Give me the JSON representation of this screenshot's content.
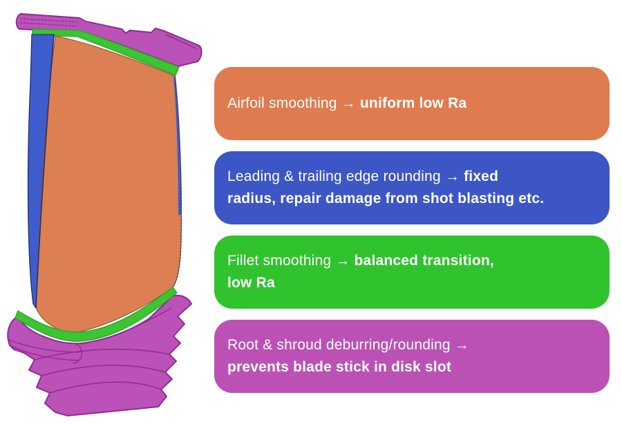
{
  "page": {
    "background": "#FFFFFF",
    "text_color": "#FFFFFF"
  },
  "blade": {
    "label": "turbine-blade-cad-model",
    "colors": {
      "airfoil": "#DC7F52",
      "leading_trailing_edge": "#3E5CCB",
      "fillet": "#3CC433",
      "root_and_shroud": "#BB52B7",
      "outline_magenta": "#8E2B94",
      "outline_navy": "#26316E",
      "outline_green": "#2AA626",
      "outline_dark": "#4A3A55"
    }
  },
  "callouts": [
    {
      "id": "airfoil-smoothing",
      "color": "#E07B50",
      "segments": [
        {
          "text": "Airfoil smoothing → ",
          "bold": false
        },
        {
          "text": "uniform low Ra",
          "bold": true
        }
      ]
    },
    {
      "id": "edge-rounding",
      "color": "#3D56C6",
      "segments": [
        {
          "text": "Leading & trailing edge rounding → ",
          "bold": false
        },
        {
          "text": "fixed",
          "bold": true,
          "break_after": true
        },
        {
          "text": "radius, repair damage from shot blasting etc.",
          "bold": true
        }
      ]
    },
    {
      "id": "fillet-smoothing",
      "color": "#30C32E",
      "segments": [
        {
          "text": "Fillet smoothing → ",
          "bold": false
        },
        {
          "text": "balanced transition,",
          "bold": true,
          "break_after": true
        },
        {
          "text": "low Ra",
          "bold": true
        }
      ]
    },
    {
      "id": "root-shroud-deburring",
      "color": "#BB51B5",
      "segments": [
        {
          "text": "Root & shroud deburring/rounding → ",
          "bold": false,
          "break_after": true
        },
        {
          "text": "prevents blade stick in disk slot",
          "bold": true
        }
      ]
    }
  ]
}
